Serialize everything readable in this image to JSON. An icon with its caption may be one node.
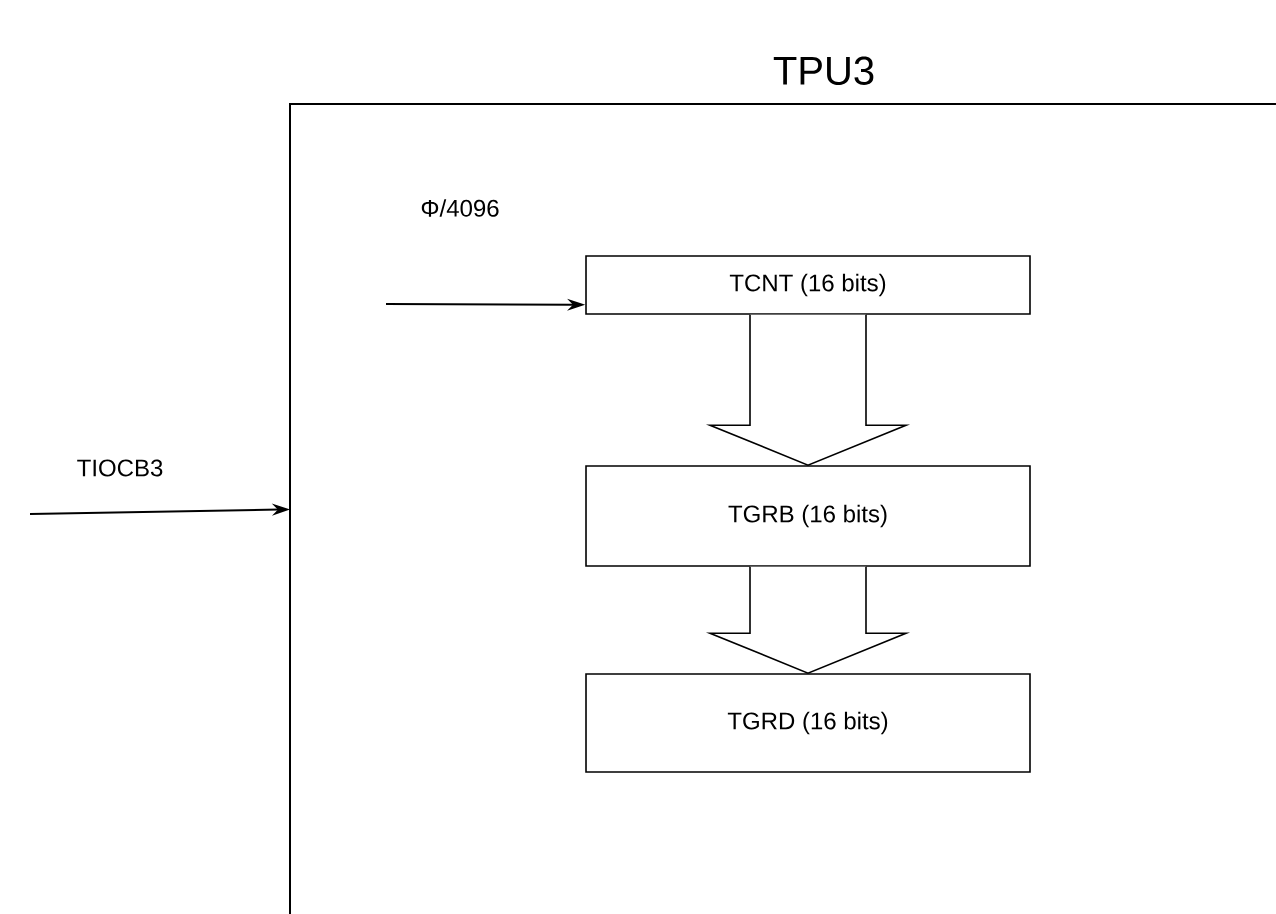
{
  "diagram": {
    "nodes": [
      {
        "text": [
          "TPU3"
        ]
      },
      {
        "text": [
          "TCNT (16 bits)"
        ],
        "in": 0
      },
      {
        "text": [
          "TGRB (16 bits)"
        ],
        "in": 0
      },
      {
        "text": [
          "TGRD (16 bits)"
        ],
        "in": 0
      }
    ],
    "edges": [
      {
        "from": null,
        "to": 0,
        "arrow": "to",
        "label": "TIOCB3"
      },
      {
        "from": null,
        "to": 1,
        "arrow": "to",
        "label": "Φ/4096"
      },
      {
        "from": 1,
        "to": 2,
        "arrow": "to",
        "style": "thick"
      },
      {
        "from": 2,
        "to": 3,
        "arrow": "to",
        "style": "thick"
      }
    ]
  }
}
